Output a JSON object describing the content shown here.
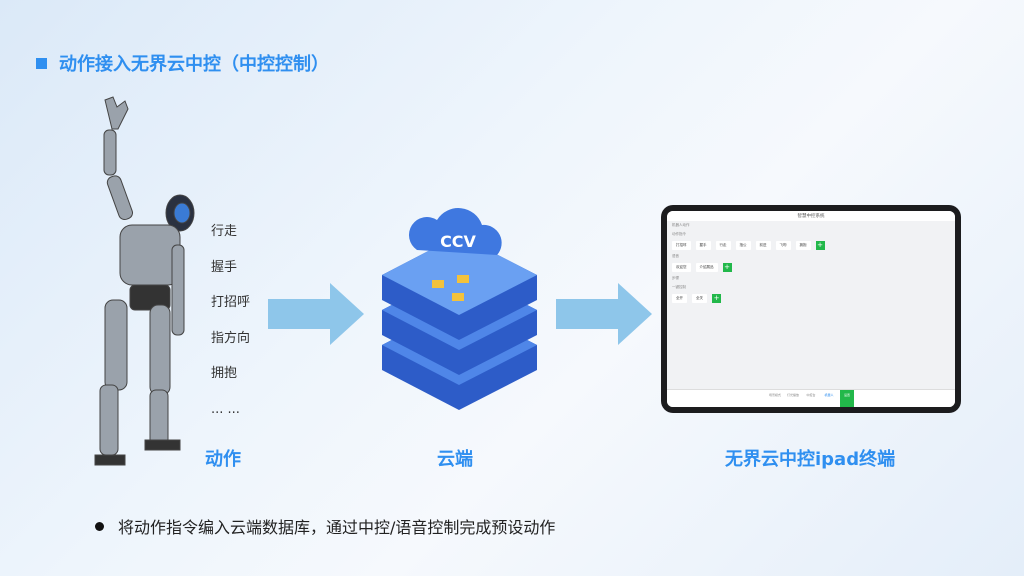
{
  "title": "动作接入无界云中控（中控控制）",
  "actions": [
    "行走",
    "握手",
    "打招呼",
    "指方向",
    "拥抱",
    "... ..."
  ],
  "labels": {
    "action": "动作",
    "cloud": "云端",
    "ipad": "无界云中控ipad终端"
  },
  "cloud_logo": "CCV",
  "ipad": {
    "title": "智慧中控系统",
    "section1": "机器人动作",
    "sub1": "动作指令",
    "chips1": [
      "打招呼",
      "握手",
      "行走",
      "指公",
      "前进",
      "飞吻",
      "拥抱"
    ],
    "sub2": "语音",
    "chips2": [
      "欢迎您",
      "介绍展品"
    ],
    "section3": "步骤",
    "sub3": "一键控制",
    "chips3": [
      "全开",
      "全关"
    ],
    "plus": "+",
    "tabs": [
      "场景模式",
      "灯光播放",
      "中控台",
      "机器人",
      "设置"
    ]
  },
  "bullet": "将动作指令编入云端数据库，通过中控/语音控制完成预设动作",
  "colors": {
    "accent": "#2f8ff0",
    "arrow": "#8ec6ea",
    "green": "#22b84a"
  }
}
